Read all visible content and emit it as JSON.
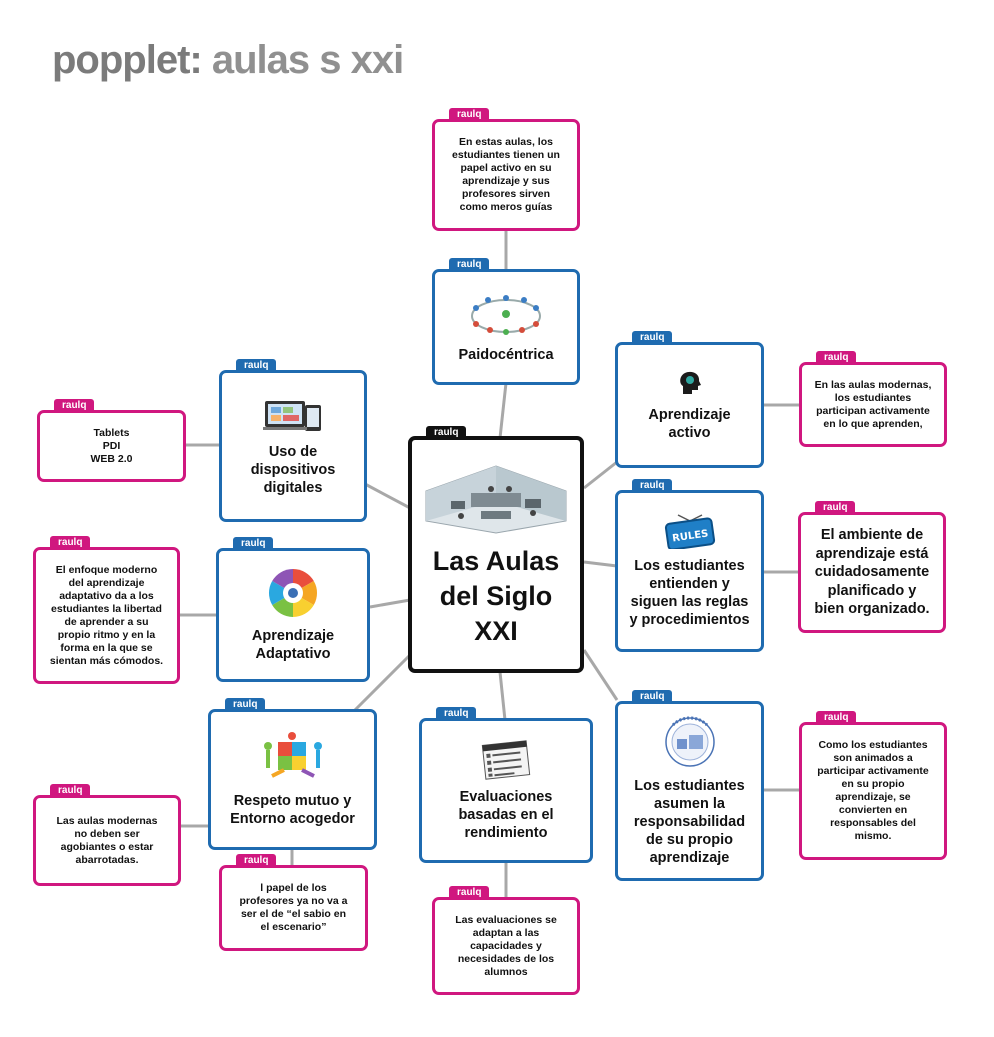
{
  "header": {
    "brand": "popplet",
    "separator": ":",
    "board_title": "aulas s xxi"
  },
  "colors": {
    "blue": "#1f6bb0",
    "pink": "#d0177f",
    "black": "#111111",
    "link": "#a8a8a8"
  },
  "author": "raulq",
  "nodes": {
    "center": {
      "author": "raulq",
      "text": "Las Aulas\ndel Siglo\nXXI"
    },
    "paidocentrica": {
      "author": "raulq",
      "text": "Paidocéntrica"
    },
    "paido_note": {
      "author": "raulq",
      "text": "En estas aulas, los\nestudiantes tienen un\npapel activo en su\naprendizaje y sus\nprofesores sirven\ncomo meros guías"
    },
    "activo": {
      "author": "raulq",
      "text": "Aprendizaje\nactivo"
    },
    "activo_note": {
      "author": "raulq",
      "text": "En las aulas modernas,\nlos estudiantes\nparticipan activamente\nen lo que aprenden,"
    },
    "reglas": {
      "author": "raulq",
      "text": "Los estudiantes\nentienden y\nsiguen las reglas\ny procedimientos"
    },
    "reglas_note": {
      "author": "raulq",
      "text": "El ambiente de\naprendizaje está\ncuidadosamente\nplanificado y\nbien organizado."
    },
    "responsables": {
      "author": "raulq",
      "text": "Los estudiantes\nasumen la\nresponsabilidad\nde su propio\naprendizaje"
    },
    "responsables_note": {
      "author": "raulq",
      "text": "Como los estudiantes\nson animados a\nparticipar activamente\nen su propio\naprendizaje, se\nconvierten en\nresponsables del\nmismo."
    },
    "dispositivos": {
      "author": "raulq",
      "text": "Uso de\ndispositivos\ndigitales"
    },
    "dispositivos_note": {
      "author": "raulq",
      "text": "Tablets\nPDI\nWEB 2.0"
    },
    "adaptativo": {
      "author": "raulq",
      "text": "Aprendizaje\nAdaptativo"
    },
    "adaptativo_note": {
      "author": "raulq",
      "text": "El enfoque moderno\ndel aprendizaje\nadaptativo da a los\nestudiantes la libertad\nde aprender a su\npropio ritmo y en la\nforma en la que se\nsientan más cómodos."
    },
    "respeto": {
      "author": "raulq",
      "text": "Respeto mutuo y\nEntorno acogedor"
    },
    "respeto_note_left": {
      "author": "raulq",
      "text": "Las aulas modernas\nno deben ser\nagobiantes o estar\nabarrotadas."
    },
    "respeto_note_bottom": {
      "author": "raulq",
      "text": "l papel de los\nprofesores ya no va a\nser el de “el sabio en\nel escenario”"
    },
    "evaluaciones": {
      "author": "raulq",
      "text": "Evaluaciones\nbasadas en el\nrendimiento"
    },
    "evaluaciones_note": {
      "author": "raulq",
      "text": "Las evaluaciones se\nadaptan a las\ncapacidades y\nnecesidades de  los\nalumnos"
    }
  },
  "icons": {
    "center": "classroom-image",
    "paidocentrica": "students-circle-image",
    "activo": "thinking-head-icon",
    "reglas": "rules-sign-icon",
    "responsables": "responsibility-seal-icon",
    "dispositivos": "devices-image",
    "adaptativo": "learning-wheel-icon",
    "respeto": "puzzle-people-icon",
    "evaluaciones": "rating-sheet-icon"
  }
}
